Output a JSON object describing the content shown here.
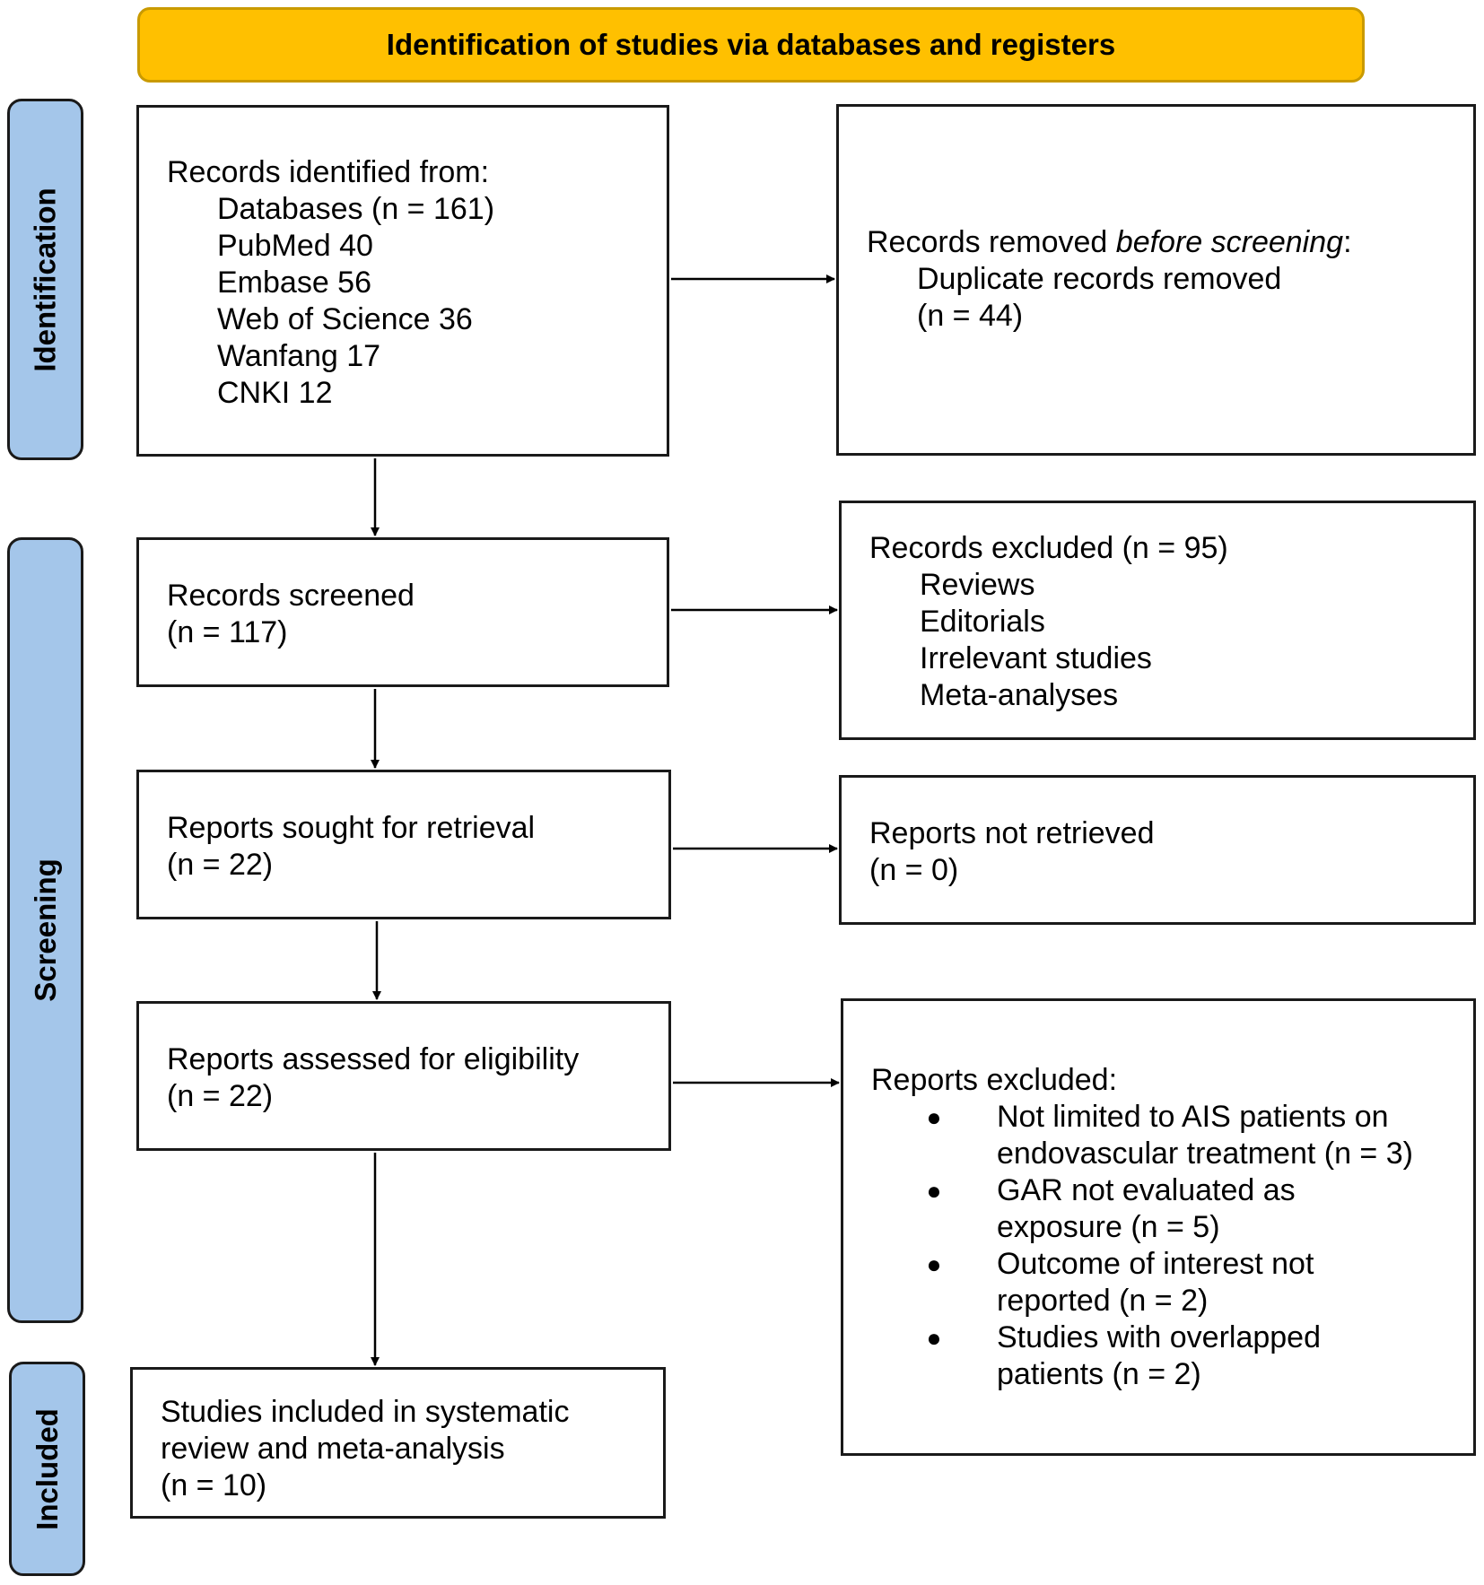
{
  "header": {
    "title": "Identification of studies via databases and registers"
  },
  "phases": {
    "identification": "Identification",
    "screening": "Screening",
    "included": "Included"
  },
  "records_identified": {
    "heading": "Records identified from:",
    "items": [
      "Databases (n = 161)",
      "PubMed 40",
      "Embase 56",
      "Web of Science 36",
      "Wanfang 17",
      "CNKI 12"
    ]
  },
  "records_removed": {
    "heading_prefix": "Records removed ",
    "heading_emphasis": "before screening",
    "heading_suffix": ":",
    "line1": "Duplicate records removed",
    "line2": "(n = 44)"
  },
  "records_screened": {
    "label": "Records screened",
    "count": "(n = 117)"
  },
  "records_excluded": {
    "heading": "Records excluded (n = 95)",
    "items": [
      "Reviews",
      "Editorials",
      "Irrelevant studies",
      "Meta-analyses"
    ]
  },
  "reports_sought": {
    "label": "Reports sought for retrieval",
    "count": "(n = 22)"
  },
  "reports_not_retrieved": {
    "label": "Reports not retrieved",
    "count": "(n = 0)"
  },
  "reports_assessed": {
    "label": "Reports assessed for eligibility",
    "count": "(n = 22)"
  },
  "reports_excluded": {
    "heading": "Reports excluded:",
    "items": [
      {
        "line1": "Not limited to AIS patients on",
        "line2": "endovascular treatment (n = 3)"
      },
      {
        "line1": "GAR not evaluated as",
        "line2": "exposure (n = 5)"
      },
      {
        "line1": "Outcome of interest not",
        "line2": "reported (n = 2)"
      },
      {
        "line1": "Studies with overlapped",
        "line2": "patients (n = 2)"
      }
    ]
  },
  "studies_included": {
    "line1": "Studies included in systematic",
    "line2": "review and meta-analysis",
    "count": "(n = 10)"
  }
}
